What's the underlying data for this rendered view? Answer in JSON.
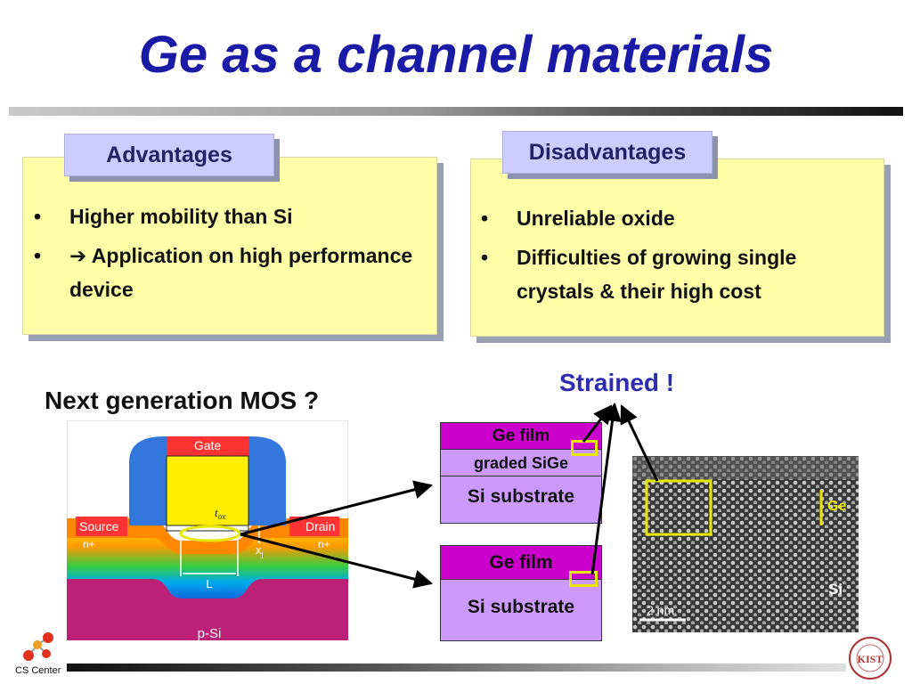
{
  "title": "Ge as a channel materials",
  "advantages": {
    "heading": "Advantages",
    "items": [
      {
        "bullet": "•",
        "text": "Higher mobility than Si"
      },
      {
        "bullet": "•",
        "text": "➔ Application on high performance device"
      }
    ]
  },
  "disadvantages": {
    "heading": "Disadvantages",
    "items": [
      {
        "bullet": "•",
        "text": "Unreliable oxide"
      },
      {
        "bullet": "•",
        "text": "Difficulties of growing single crystals & their high cost"
      }
    ]
  },
  "next_gen": "Next generation MOS ?",
  "strained": "Strained !",
  "mos": {
    "gate": "Gate",
    "source": "Source",
    "drain": "Drain",
    "n_source": "n+",
    "n_drain": "n+",
    "tox": "t",
    "tox_sub": "ox",
    "xj": "x",
    "xj_sub": "j",
    "length": "L",
    "substrate": "p-Si"
  },
  "stack1": {
    "top": "Ge film",
    "middle": "graded SiGe",
    "bottom": "Si substrate"
  },
  "stack2": {
    "top": "Ge film",
    "bottom": "Si substrate"
  },
  "tem": {
    "ge": "Ge",
    "si": "Si",
    "scale": "2 nm"
  },
  "logo_left": {
    "caption": "CS Center"
  },
  "logo_right": {
    "text": "KIST"
  },
  "colors": {
    "title": "#1a1aa6",
    "panel": "#ffffa8",
    "tab": "#ccccff",
    "ge_film": "#cc00cc",
    "layer": "#cc99ff"
  }
}
